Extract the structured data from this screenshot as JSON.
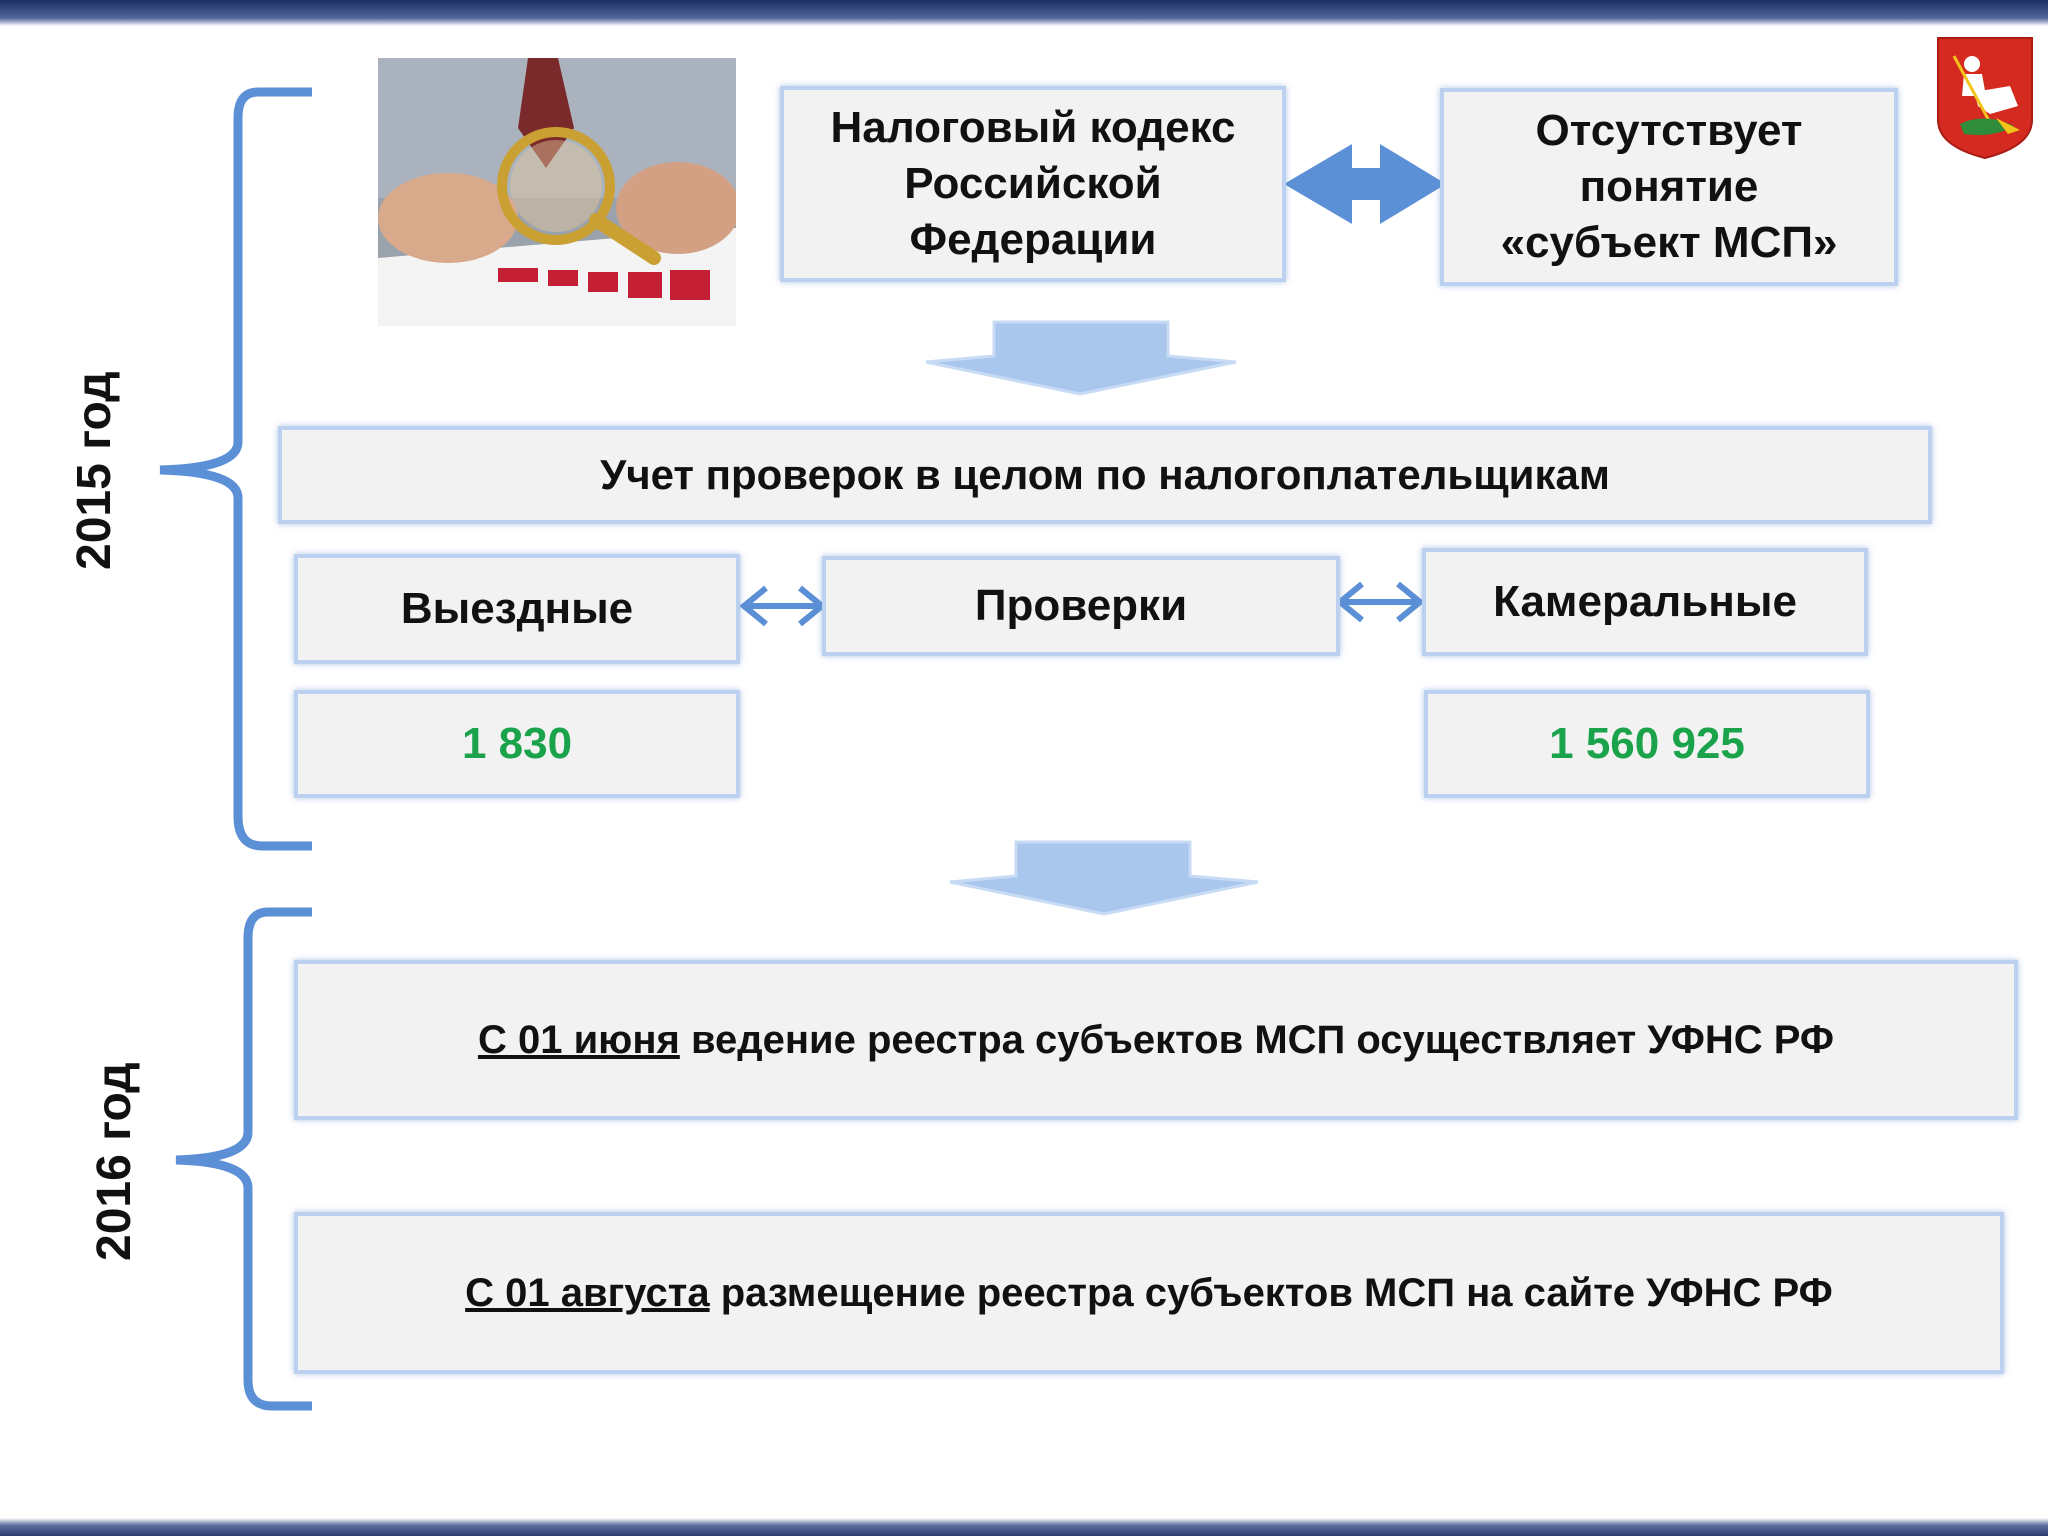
{
  "brackets": {
    "year_2015": "2015 год",
    "year_2016": "2016 год"
  },
  "top": {
    "tax_code": "Налоговый кодекс Российской Федерации",
    "absent": "Отсутствует понятие «субъект МСП»"
  },
  "accounting": "Учет проверок в целом по налогоплательщикам",
  "checks": {
    "field": {
      "label": "Выездные",
      "value": "1 830"
    },
    "center": "Проверки",
    "desk": {
      "label": "Камеральные",
      "value": "1 560 925"
    }
  },
  "info_2016": [
    {
      "lead": "С 01 июня",
      "text": " ведение реестра субъектов МСП осуществляет УФНС РФ"
    },
    {
      "lead": "С 01 августа",
      "text": " размещение реестра субъектов МСП на сайте УФНС РФ"
    }
  ],
  "colors": {
    "accent_blue": "#5b8fd6",
    "box_border": "#bcd1ef",
    "number_green": "#1aa34a",
    "header_navy": "#1d2f66"
  },
  "icons": {
    "photo": "magnifying-glass-photo",
    "crest": "moscow-coat-of-arms"
  }
}
